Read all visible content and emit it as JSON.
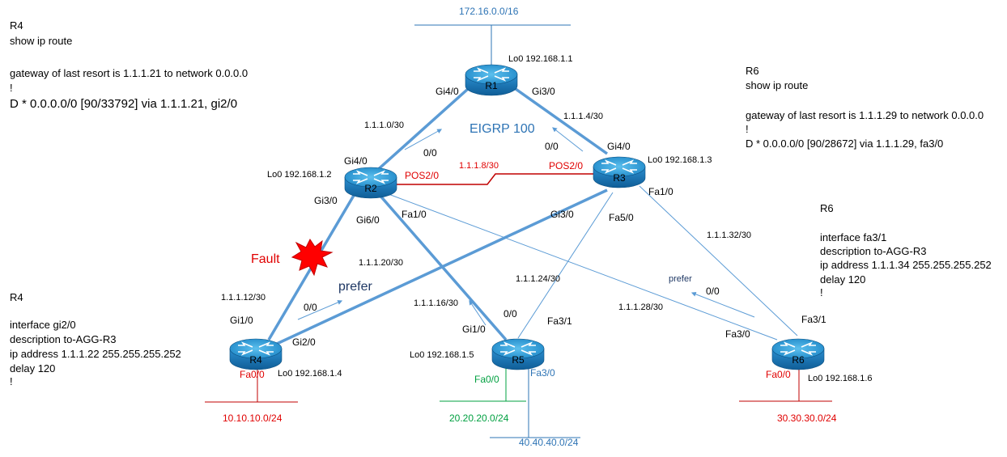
{
  "networks": {
    "top": "172.16.0.0/16",
    "r4_lan": "10.10.10.0/24",
    "r5_lan1": "20.20.20.0/24",
    "r5_lan2": "40.40.40.0/24",
    "r6_lan": "30.30.30.0/24"
  },
  "routers": {
    "r1": {
      "name": "R1",
      "loopback": "Lo0 192.168.1.1"
    },
    "r2": {
      "name": "R2",
      "loopback": "Lo0 192.168.1.2"
    },
    "r3": {
      "name": "R3",
      "loopback": "Lo0 192.168.1.3"
    },
    "r4": {
      "name": "R4",
      "loopback": "Lo0 192.168.1.4"
    },
    "r5": {
      "name": "R5",
      "loopback": "Lo0 192.168.1.5"
    },
    "r6": {
      "name": "R6",
      "loopback": "Lo0 192.168.1.6"
    }
  },
  "interfaces": {
    "r1_gi40": "Gi4/0",
    "r1_gi30": "Gi3/0",
    "r2_gi40": "Gi4/0",
    "r2_pos20": "POS2/0",
    "r2_gi30": "Gi3/0",
    "r2_gi60": "Gi6/0",
    "r2_fa10": "Fa1/0",
    "r3_gi40": "Gi4/0",
    "r3_pos20": "POS2/0",
    "r3_fa10": "Fa1/0",
    "r3_gi30": "Gi3/0",
    "r3_fa50": "Fa5/0",
    "r4_gi10": "Gi1/0",
    "r4_gi20": "Gi2/0",
    "r4_fa00": "Fa0/0",
    "r5_gi10": "Gi1/0",
    "r5_fa31": "Fa3/1",
    "r5_fa00": "Fa0/0",
    "r5_fa30": "Fa3/0",
    "r6_fa31": "Fa3/1",
    "r6_fa30": "Fa3/0",
    "r6_fa00": "Fa0/0"
  },
  "subnets": {
    "r1_r2": "1.1.1.0/30",
    "r1_r3": "1.1.1.4/30",
    "r2_r3": "1.1.1.8/30",
    "r2_r4": "1.1.1.12/30",
    "r2_r5": "1.1.1.16/30",
    "r3_r4": "1.1.1.20/30",
    "r3_r5": "1.1.1.24/30",
    "r2_r6": "1.1.1.28/30",
    "r3_r6": "1.1.1.32/30"
  },
  "labels": {
    "eigrp": "EIGRP 100",
    "fault": "Fault",
    "prefer": "prefer",
    "zero_zero": "0/0"
  },
  "r4_route": {
    "title": "R4",
    "cmd": "show ip route",
    "gateway": "gateway of last resort is 1.1.1.21  to network   0.0.0.0",
    "bang": "!",
    "route": "D *  0.0.0.0/0  [90/33792] via 1.1.1.21,  gi2/0"
  },
  "r6_route": {
    "title": "R6",
    "cmd": "show ip route",
    "gateway": "gateway of last resort is 1.1.1.29 to network 0.0.0.0",
    "bang": "!",
    "route": "D *  0.0.0.0/0  [90/28672]   via 1.1.1.29,   fa3/0"
  },
  "r4_config": {
    "title": "R4",
    "l1": "interface gi2/0",
    "l2": "description to-AGG-R3",
    "l3": "ip address 1.1.1.22   255.255.255.252",
    "l4": "delay 120",
    "l5": "!"
  },
  "r6_config": {
    "title": "R6",
    "l1": "interface fa3/1",
    "l2": "description to-AGG-R3",
    "l3": "ip address 1.1.1.34   255.255.255.252",
    "l4": "delay 120",
    "l5": "!"
  },
  "colors": {
    "link": "#5b9bd5",
    "lan_red": "#c00000",
    "lan_green": "#00a040",
    "lan_blue": "#2e74b5",
    "router_body": "#1d7fbf",
    "router_top": "#3aa6e0"
  }
}
